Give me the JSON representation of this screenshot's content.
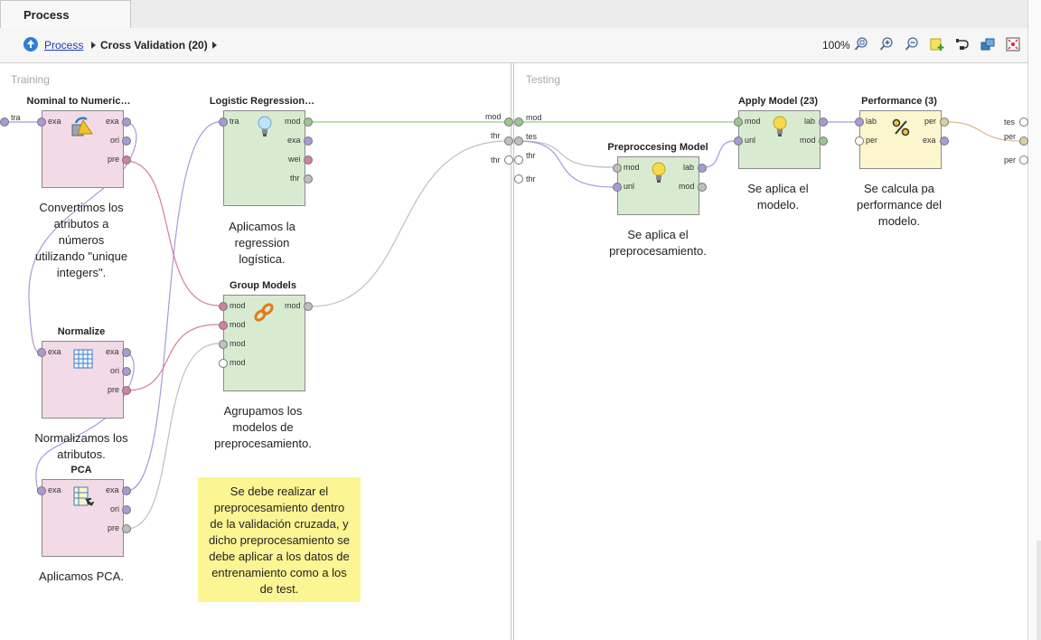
{
  "tab": {
    "label": "Process"
  },
  "breadcrumb": {
    "root": "Process",
    "current": "Cross Validation (20)"
  },
  "toolbar": {
    "zoom": "100%"
  },
  "sections": {
    "training": "Training",
    "testing": "Testing"
  },
  "operators": {
    "nominal": {
      "title": "Nominal to Numeric…",
      "ports_in": [
        "exa"
      ],
      "ports_out": [
        "exa",
        "ori",
        "pre"
      ],
      "description": "Convertimos los\natributos a\nnúmeros\nutilizando \"unique\nintegers\"."
    },
    "normalize": {
      "title": "Normalize",
      "ports_in": [
        "exa"
      ],
      "ports_out": [
        "exa",
        "ori",
        "pre"
      ],
      "description": "Normalizamos los\natributos."
    },
    "pca": {
      "title": "PCA",
      "ports_in": [
        "exa"
      ],
      "ports_out": [
        "exa",
        "ori",
        "pre"
      ],
      "description": "Aplicamos PCA."
    },
    "logreg": {
      "title": "Logistic Regression…",
      "ports_in": [
        "tra"
      ],
      "ports_out": [
        "mod",
        "exa",
        "wei",
        "thr"
      ],
      "description": "Aplicamos la\nregression\nlogística."
    },
    "group": {
      "title": "Group Models",
      "ports_in": [
        "mod",
        "mod",
        "mod",
        "mod"
      ],
      "ports_out": [
        "mod"
      ],
      "description": "Agrupamos los\nmodelos de\npreprocesamiento."
    },
    "prepmodel": {
      "title": "Preproccesing Model",
      "ports_in": [
        "mod",
        "unl"
      ],
      "ports_out": [
        "lab",
        "mod"
      ],
      "description": "Se aplica el\npreprocesamiento."
    },
    "apply": {
      "title": "Apply Model (23)",
      "ports_in": [
        "mod",
        "unl"
      ],
      "ports_out": [
        "lab",
        "mod"
      ],
      "description": "Se aplica el\nmodelo."
    },
    "performance": {
      "title": "Performance (3)",
      "ports_in": [
        "lab",
        "per"
      ],
      "ports_out": [
        "per",
        "exa"
      ],
      "description": "Se calcula pa\nperformance del\nmodelo."
    }
  },
  "edge_ports": {
    "training_in": "tra",
    "training_out": [
      "mod",
      "thr",
      "thr"
    ],
    "testing_in": [
      "mod",
      "tes",
      "thr",
      "thr"
    ],
    "testing_out": [
      "tes",
      "per",
      "per"
    ]
  },
  "note": "Se debe realizar el\npreprocesamiento dentro\nde la validación cruzada, y\ndicho preprocesamiento se\ndebe aplicar a los datos de\nentrenamiento como a los\nde test.",
  "colors": {
    "example_port": "#a79ad8",
    "preprocessing_port": "#d27da1",
    "model_port": "#9cc58e",
    "threshold_port": "#bfbfbf",
    "note_bg": "#fbf593"
  }
}
